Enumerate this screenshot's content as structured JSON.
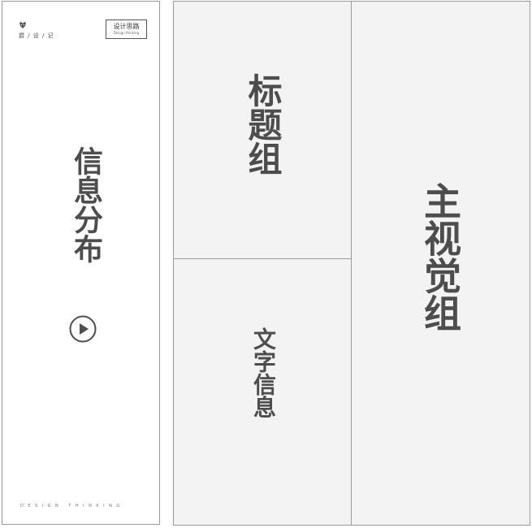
{
  "info_panel": {
    "brand_text": "爵 / 设 / 记",
    "badge": {
      "title": "设计思路",
      "subtitle": "Design thinking"
    },
    "vertical_title": "信息分布",
    "footer_text": "DESIGN  THINKING"
  },
  "layout": {
    "title_group_label": "标题组",
    "text_info_label": "文字信息",
    "main_visual_label": "主视觉组"
  },
  "colors": {
    "text": "#4d4d4d",
    "border": "#9a9a9a",
    "block_bg": "#f3f3f3"
  }
}
